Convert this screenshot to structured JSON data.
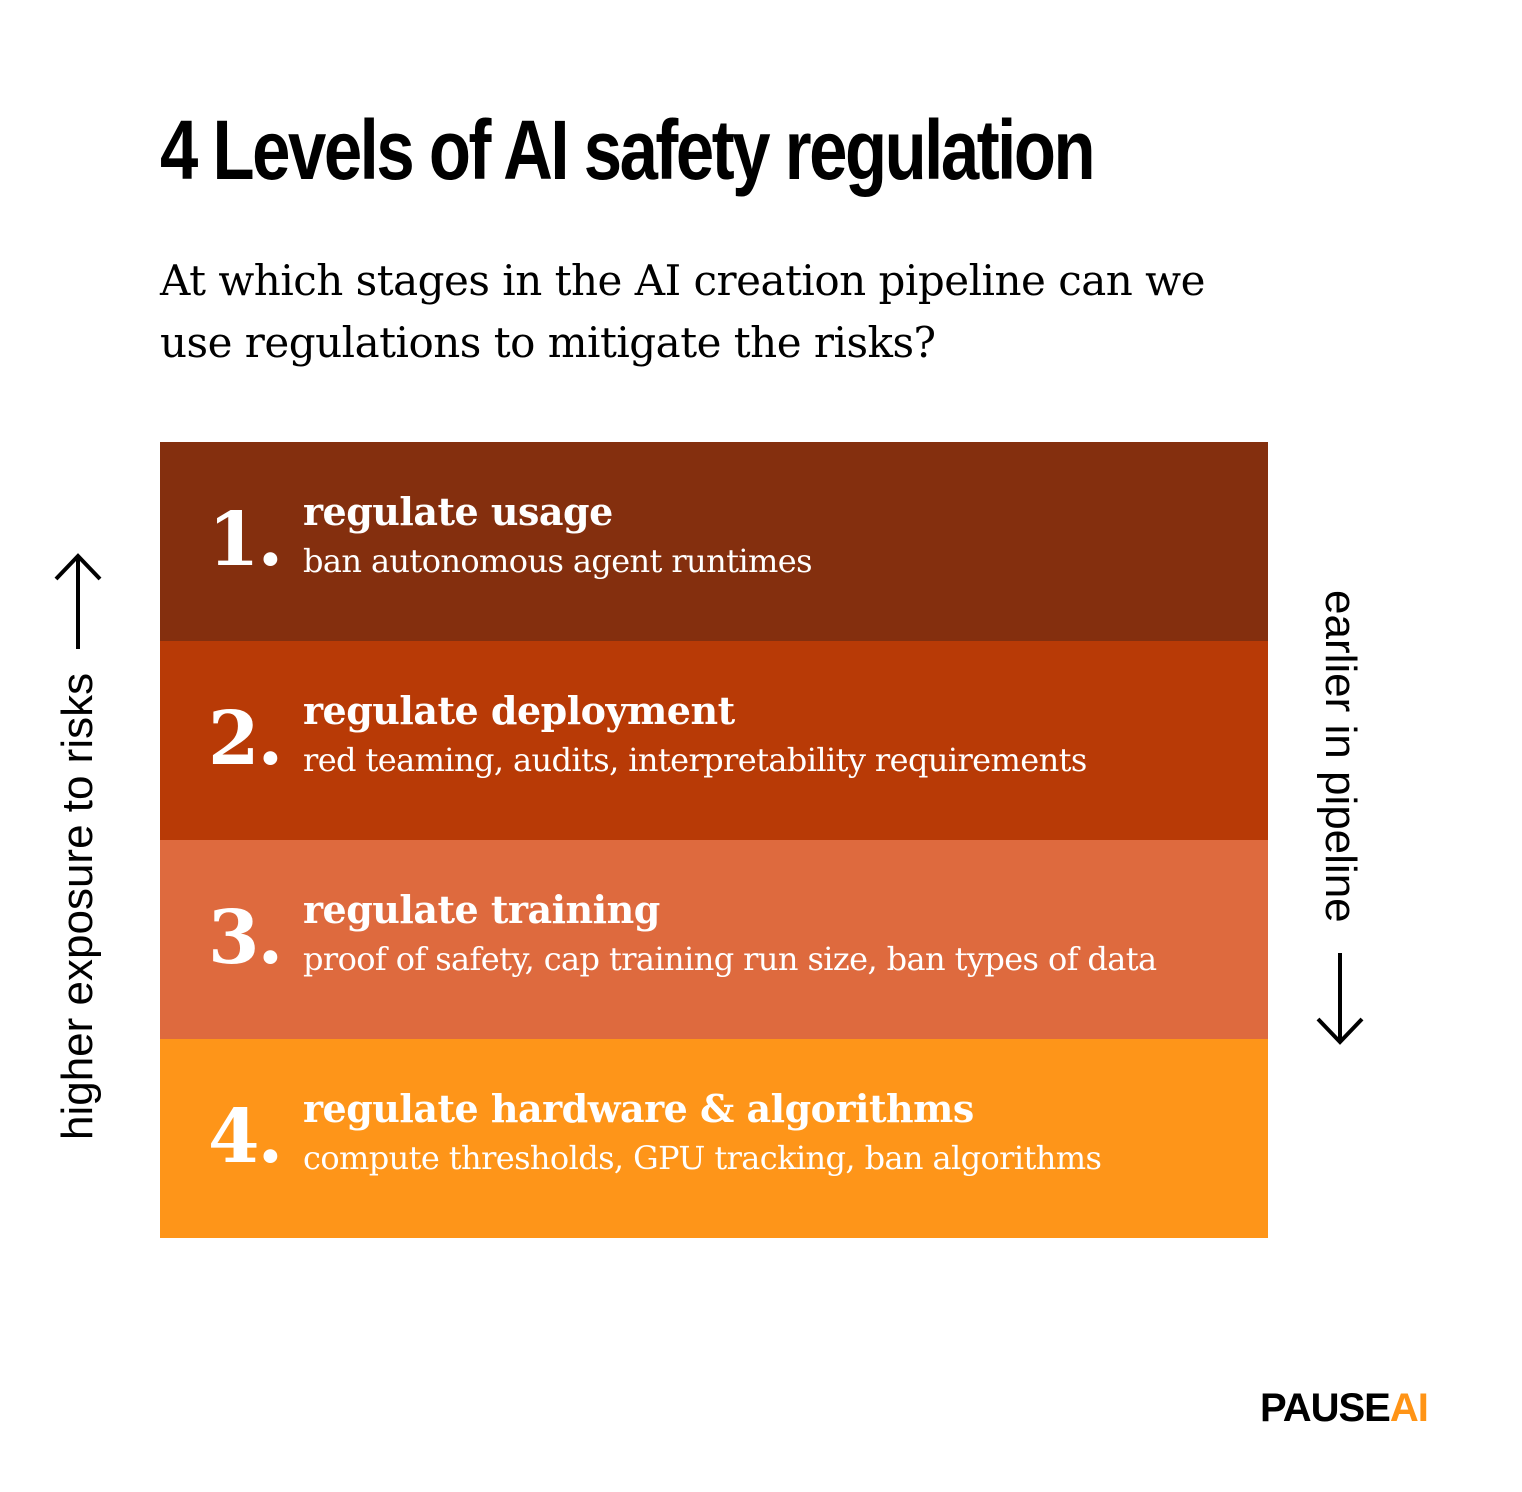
{
  "title": "4 Levels of AI safety regulation",
  "subtitle": "At which stages in the AI creation pipeline can we use regulations to mitigate the risks?",
  "left_label": "higher exposure to risks",
  "right_label": "earlier in pipeline",
  "icons": {
    "left_arrow": "arrow-up-icon",
    "right_arrow": "arrow-down-icon"
  },
  "levels": [
    {
      "number": "1.",
      "title": "regulate usage",
      "description": "ban autonomous agent runtimes",
      "color": "#842f0e"
    },
    {
      "number": "2.",
      "title": "regulate deployment",
      "description": "red teaming, audits, interpretability requirements",
      "color": "#b83a06"
    },
    {
      "number": "3.",
      "title": "regulate training",
      "description": "proof of safety, cap training run size, ban types of data",
      "color": "#de6a3e"
    },
    {
      "number": "4.",
      "title": "regulate hardware & algorithms",
      "description": "compute thresholds, GPU tracking, ban algorithms",
      "color": "#fe9519"
    }
  ],
  "logo": {
    "part1": "PAUSE",
    "part2": "AI",
    "accent_color": "#ff9416"
  }
}
